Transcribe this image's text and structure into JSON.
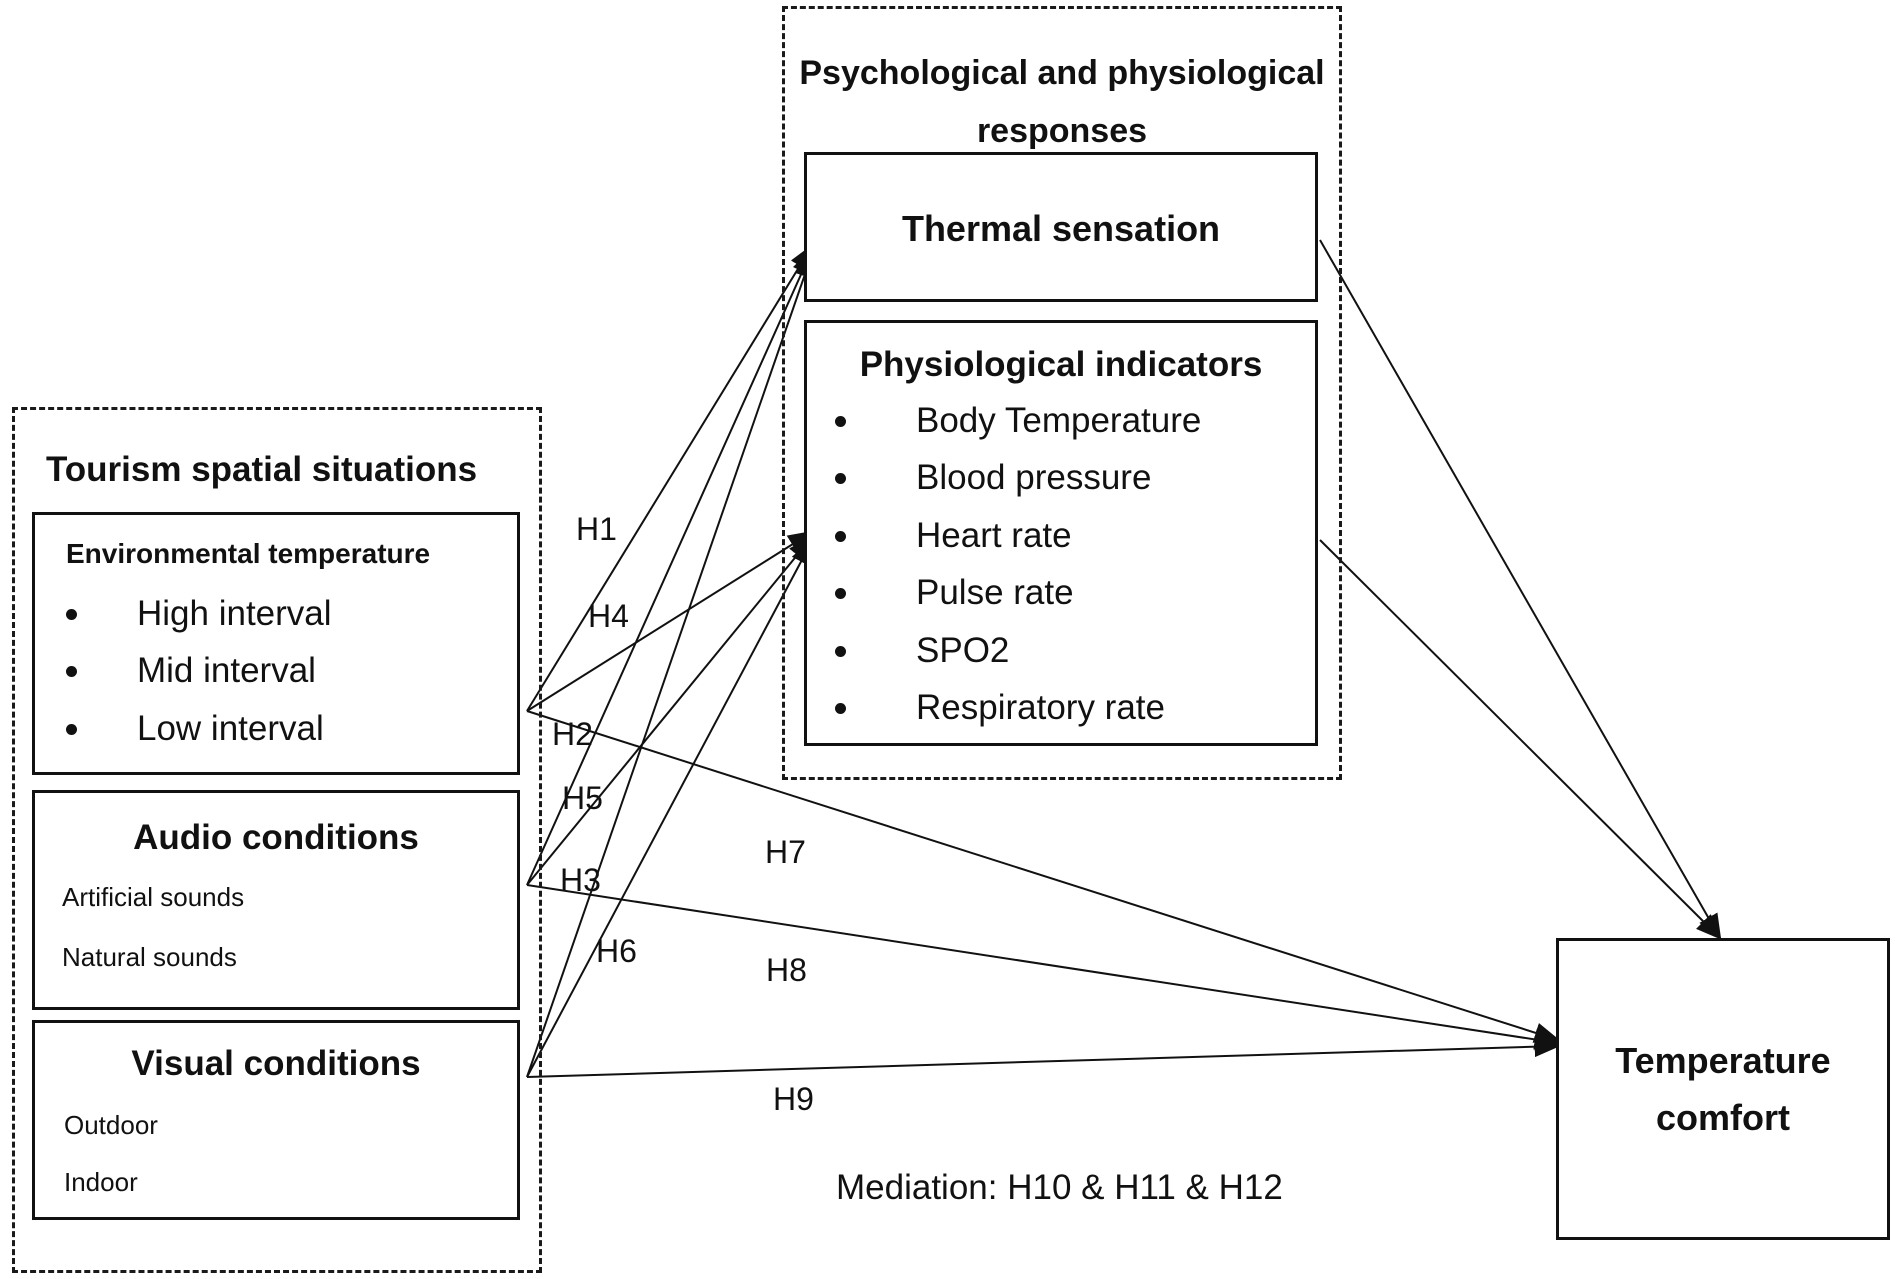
{
  "groups": {
    "tourism": "Tourism spatial situations",
    "responses": "Psychological and physiological responses"
  },
  "env": {
    "title": "Environmental temperature",
    "items": [
      "High interval",
      "Mid interval",
      "Low interval"
    ]
  },
  "audio": {
    "title": "Audio conditions",
    "items": [
      "Artificial sounds",
      "Natural sounds"
    ]
  },
  "visual": {
    "title": "Visual conditions",
    "items": [
      "Outdoor",
      "Indoor"
    ]
  },
  "thermal": {
    "title": "Thermal sensation"
  },
  "physio": {
    "title": "Physiological indicators",
    "items": [
      "Body Temperature",
      "Blood pressure",
      "Heart rate",
      "Pulse rate",
      "SPO2",
      "Respiratory rate"
    ]
  },
  "outcome": {
    "line1": "Temperature",
    "line2": "comfort"
  },
  "hypotheses": [
    "H1",
    "H2",
    "H3",
    "H4",
    "H5",
    "H6",
    "H7",
    "H8",
    "H9"
  ],
  "mediation": "Mediation: H10 & H11 & H12"
}
